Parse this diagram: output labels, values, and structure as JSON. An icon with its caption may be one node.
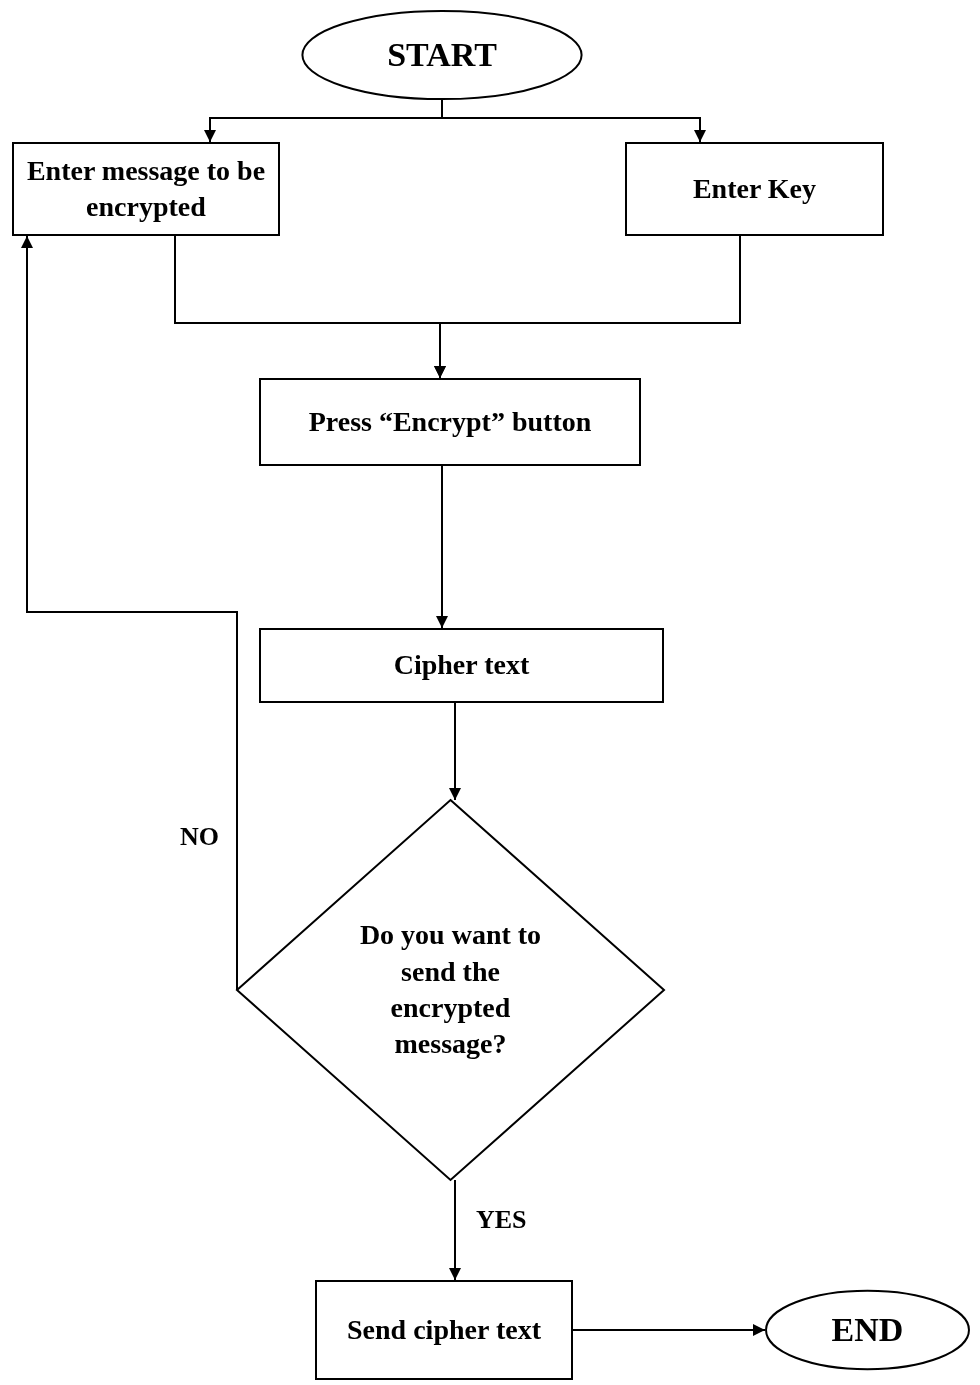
{
  "diagram": {
    "nodes": [
      {
        "text": [
          "START"
        ]
      },
      {
        "text": [
          "Enter message to be encrypted"
        ]
      },
      {
        "text": [
          "Enter Key"
        ]
      },
      {
        "text": [
          "Press “Encrypt” button"
        ]
      },
      {
        "text": [
          "Cipher text"
        ]
      },
      {
        "text": [
          "Do you want to send the encrypted message?"
        ]
      },
      {
        "text": [
          "Send cipher text"
        ]
      },
      {
        "text": [
          "END"
        ]
      }
    ],
    "edges": [
      {
        "from": 0,
        "to": 1,
        "arrow": "to"
      },
      {
        "from": 0,
        "to": 2,
        "arrow": "to"
      },
      {
        "from": 1,
        "to": 3,
        "arrow": "to"
      },
      {
        "from": 2,
        "to": 3,
        "arrow": "to"
      },
      {
        "from": 3,
        "to": 4,
        "arrow": "to"
      },
      {
        "from": 4,
        "to": 5,
        "arrow": "to"
      },
      {
        "from": 5,
        "to": 1,
        "arrow": "to",
        "label": "NO"
      },
      {
        "from": 5,
        "to": 6,
        "arrow": "to",
        "label": "YES"
      },
      {
        "from": 6,
        "to": 7,
        "arrow": "to"
      }
    ]
  }
}
